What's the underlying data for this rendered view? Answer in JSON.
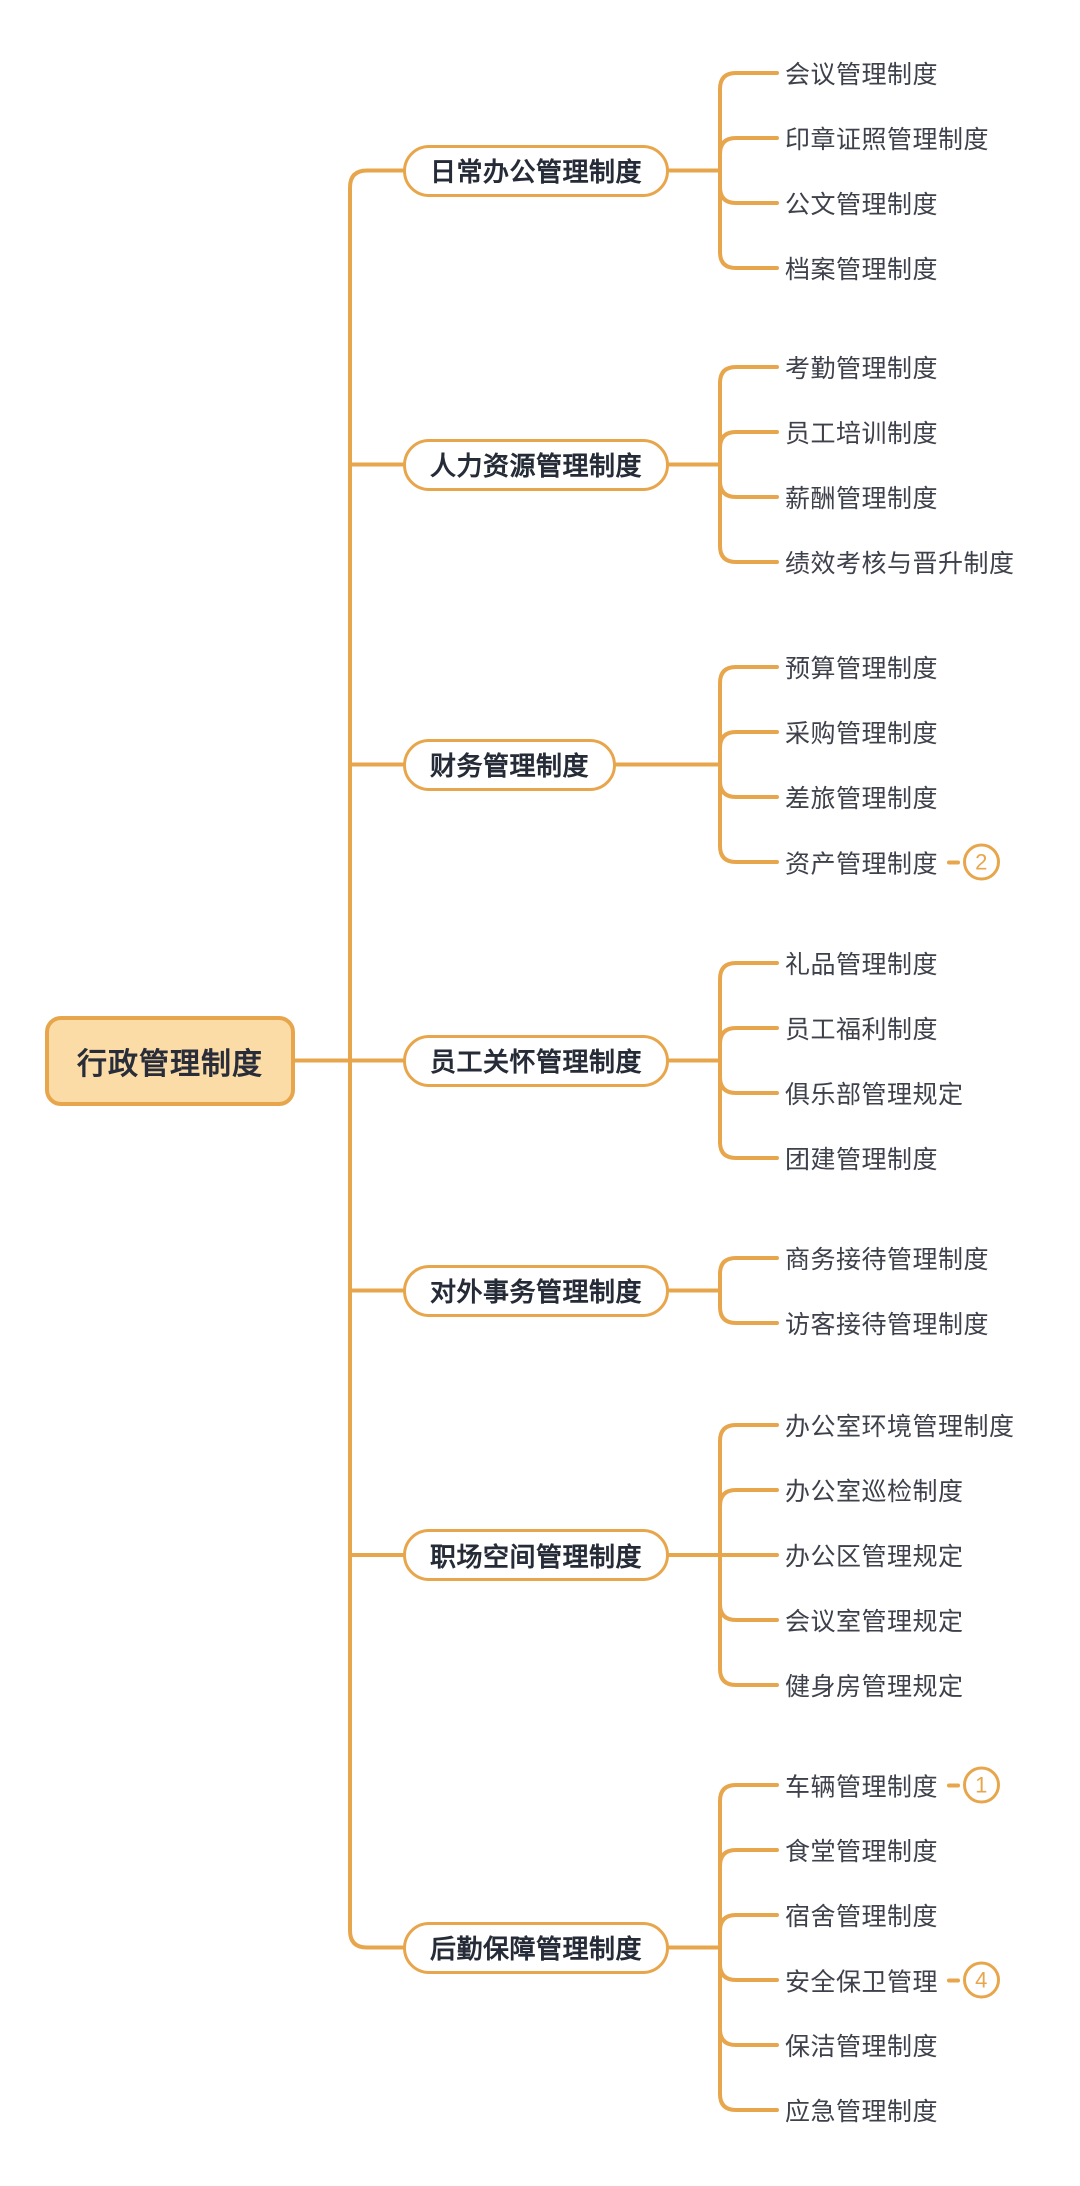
{
  "theme": {
    "line_color": "#E8A64C",
    "root_fill": "#FBDBA6",
    "root_border": "#E8A64C",
    "branch_fill": "#FFFFFF",
    "branch_border": "#E8A64C",
    "root_text_color": "#282D39",
    "branch_text_color": "#262B38",
    "leaf_text_color": "#3E414B",
    "badge_color": "#E8A64C",
    "background": "#FFFFFF"
  },
  "root": {
    "label": "行政管理制度"
  },
  "branches": [
    {
      "label": "日常办公管理制度",
      "children": [
        {
          "label": "会议管理制度"
        },
        {
          "label": "印章证照管理制度"
        },
        {
          "label": "公文管理制度"
        },
        {
          "label": "档案管理制度"
        }
      ]
    },
    {
      "label": "人力资源管理制度",
      "children": [
        {
          "label": "考勤管理制度"
        },
        {
          "label": "员工培训制度"
        },
        {
          "label": "薪酬管理制度"
        },
        {
          "label": "绩效考核与晋升制度"
        }
      ]
    },
    {
      "label": "财务管理制度",
      "children": [
        {
          "label": "预算管理制度"
        },
        {
          "label": "采购管理制度"
        },
        {
          "label": "差旅管理制度"
        },
        {
          "label": "资产管理制度",
          "badge": "2"
        }
      ]
    },
    {
      "label": "员工关怀管理制度",
      "children": [
        {
          "label": "礼品管理制度"
        },
        {
          "label": "员工福利制度"
        },
        {
          "label": "俱乐部管理规定"
        },
        {
          "label": "团建管理制度"
        }
      ]
    },
    {
      "label": "对外事务管理制度",
      "children": [
        {
          "label": "商务接待管理制度"
        },
        {
          "label": "访客接待管理制度"
        }
      ]
    },
    {
      "label": "职场空间管理制度",
      "children": [
        {
          "label": "办公室环境管理制度"
        },
        {
          "label": "办公室巡检制度"
        },
        {
          "label": "办公区管理规定"
        },
        {
          "label": "会议室管理规定"
        },
        {
          "label": "健身房管理规定"
        }
      ]
    },
    {
      "label": "后勤保障管理制度",
      "children": [
        {
          "label": "车辆管理制度",
          "badge": "1"
        },
        {
          "label": "食堂管理制度"
        },
        {
          "label": "宿舍管理制度"
        },
        {
          "label": "安全保卫管理",
          "badge": "4"
        },
        {
          "label": "保洁管理制度"
        },
        {
          "label": "应急管理制度"
        }
      ]
    }
  ]
}
